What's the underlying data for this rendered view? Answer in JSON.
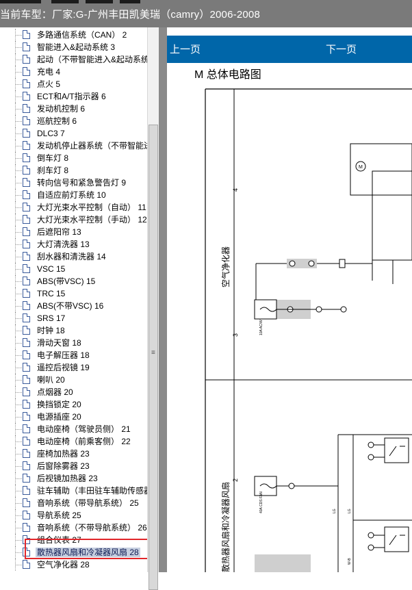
{
  "window": {
    "title": "当前车型：厂家:G-广州丰田凯美瑞（camry）2006-2008"
  },
  "tree": {
    "items": [
      {
        "label": "多路通信系统（CAN）  2"
      },
      {
        "label": "智能进入&起动系统  3"
      },
      {
        "label": "起动（不带智能进入&起动系统"
      },
      {
        "label": "充电  4"
      },
      {
        "label": "点火  5"
      },
      {
        "label": "ECT和A/T指示器  6"
      },
      {
        "label": "发动机控制  6"
      },
      {
        "label": "巡航控制  6"
      },
      {
        "label": "DLC3  7"
      },
      {
        "label": "发动机停止器系统（不带智能进"
      },
      {
        "label": "倒车灯  8"
      },
      {
        "label": "刹车灯  8"
      },
      {
        "label": "转向信号和紧急警告灯  9"
      },
      {
        "label": "自适应前灯系统  10"
      },
      {
        "label": "大灯光束水平控制（自动）  11"
      },
      {
        "label": "大灯光束水平控制（手动）  12"
      },
      {
        "label": "后遮阳帘  13"
      },
      {
        "label": "大灯清洗器  13"
      },
      {
        "label": "刮水器和清洗器  14"
      },
      {
        "label": "VSC  15"
      },
      {
        "label": "ABS(带VSC)  15"
      },
      {
        "label": "TRC  15"
      },
      {
        "label": "ABS(不带VSC)  16"
      },
      {
        "label": "SRS  17"
      },
      {
        "label": "时钟  18"
      },
      {
        "label": "滑动天窗  18"
      },
      {
        "label": "电子解压器  18"
      },
      {
        "label": "遥控后视镜  19"
      },
      {
        "label": "喇叭  20"
      },
      {
        "label": "点烟器  20"
      },
      {
        "label": "换挡锁定  20"
      },
      {
        "label": "电源插座  20"
      },
      {
        "label": "电动座椅（驾驶员侧）  21"
      },
      {
        "label": "电动座椅（前乘客侧）  22"
      },
      {
        "label": "座椅加热器  23"
      },
      {
        "label": "后窗除雾器  23"
      },
      {
        "label": "后视镜加热器  23"
      },
      {
        "label": "驻车辅助（丰田驻车辅助传感器"
      },
      {
        "label": "音响系统（带导航系统）  25"
      },
      {
        "label": "导航系统  25"
      },
      {
        "label": "音响系统（不带导航系统）  26"
      },
      {
        "label": "组合仪表  27"
      },
      {
        "label": "散热器风扇和冷凝器风扇  28",
        "selected": true
      },
      {
        "label": "空气净化器  28"
      }
    ]
  },
  "scrollbar": {
    "grip": "≡"
  },
  "nav": {
    "prev": "上一页",
    "next": "下一页"
  },
  "page": {
    "heading": "M 总体电路图"
  },
  "diagram": {
    "numbers": [
      "4",
      "3",
      "2"
    ],
    "section_air": "空气净化器",
    "section_fan": "散热器风扇和冷凝器风扇",
    "fuse_label_1": "10A\nAC/W",
    "fuse_label_2": "40A\nCDS FAN",
    "wire_labels": [
      "LG",
      "LG",
      "W-B"
    ]
  }
}
